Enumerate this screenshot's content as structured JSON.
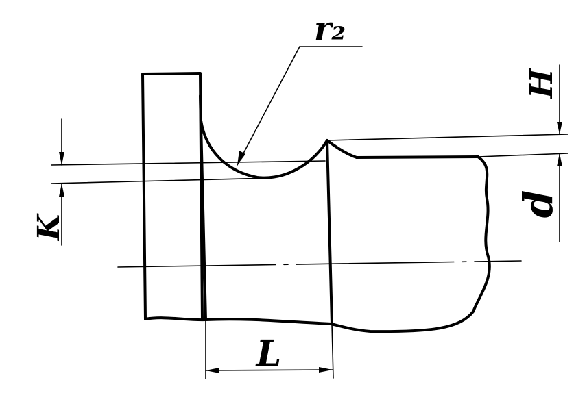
{
  "labels": {
    "radius": "r₂",
    "dim_h": "H",
    "dim_d": "d",
    "dim_k": "K",
    "dim_l": "L"
  },
  "colors": {
    "line": "#000000",
    "background": "#ffffff"
  }
}
